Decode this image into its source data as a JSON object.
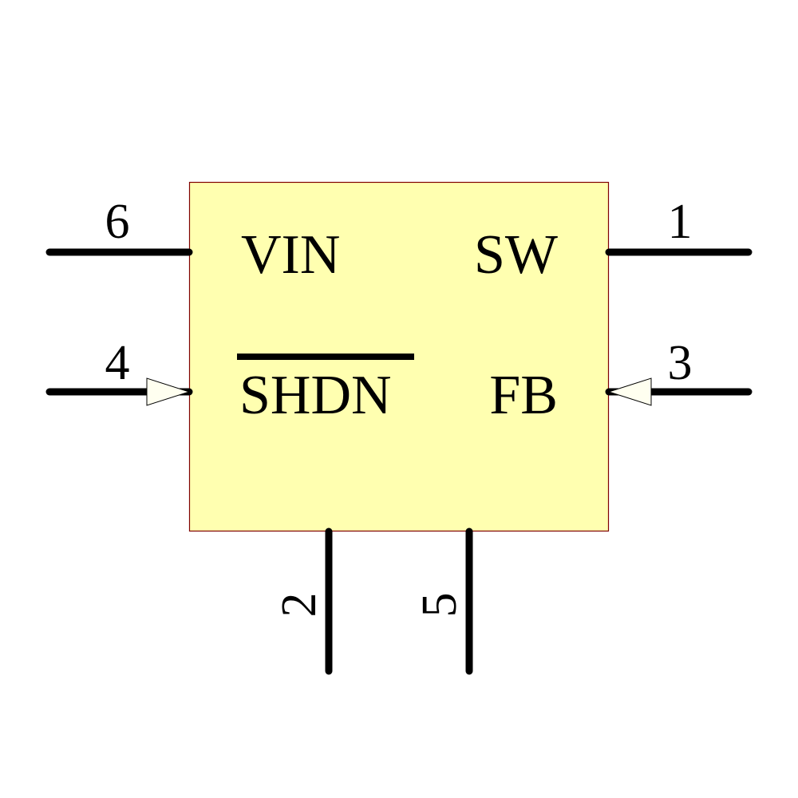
{
  "component": {
    "body_fill": "#FFFFB0",
    "body_stroke": "#800000",
    "pin_color": "#000000",
    "arrow_fill": "#FFFFF0"
  },
  "pins": {
    "p6": {
      "number": "6",
      "name": "VIN"
    },
    "p1": {
      "number": "1",
      "name": "SW"
    },
    "p4": {
      "number": "4",
      "name": "SHDN",
      "overbar": true,
      "type": "input"
    },
    "p3": {
      "number": "3",
      "name": "FB",
      "type": "input"
    },
    "p2": {
      "number": "2"
    },
    "p5": {
      "number": "5"
    }
  }
}
